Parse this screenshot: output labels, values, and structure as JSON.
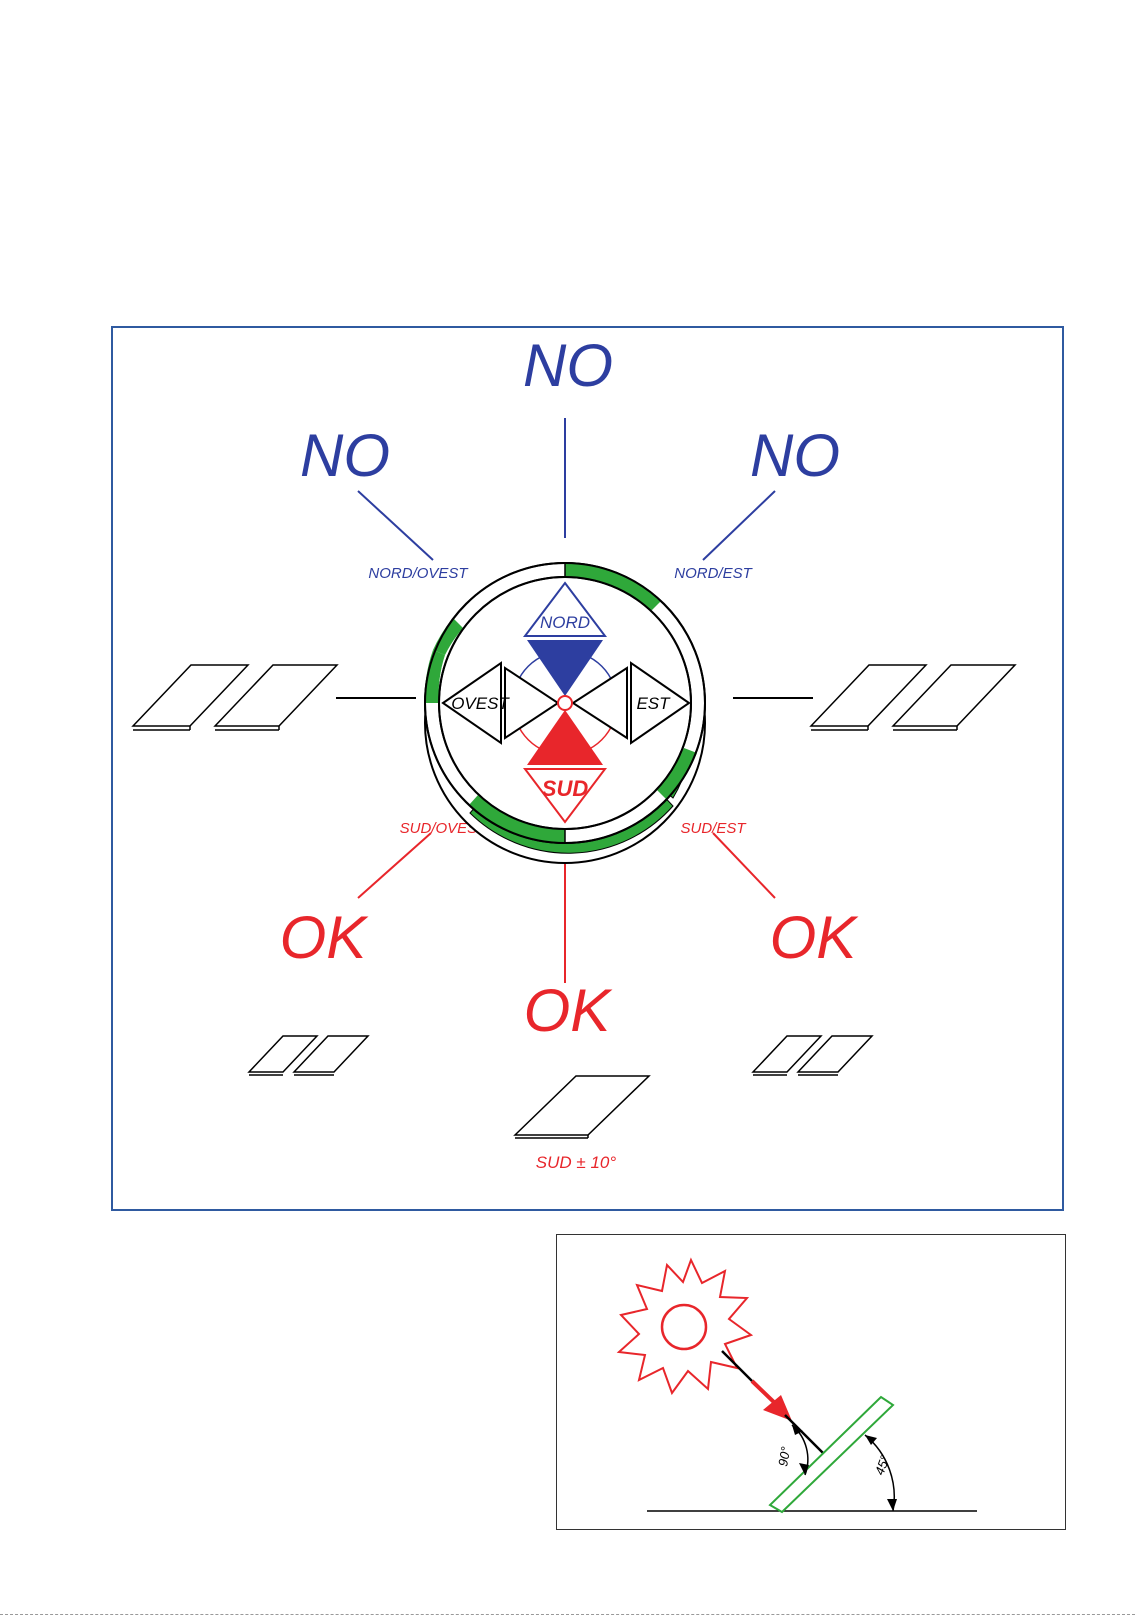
{
  "verdicts": {
    "no": "NO",
    "ok": "OK"
  },
  "directions": {
    "nord": "NORD",
    "sud": "SUD",
    "est": "EST",
    "ovest": "OVEST",
    "nord_ovest": "NORD/OVEST",
    "nord_est": "NORD/EST",
    "sud_ovest": "SUD/OVEST",
    "sud_est": "SUD/EST"
  },
  "south_tolerance": "SUD ± 10°",
  "angles": {
    "perpendicular": "90°",
    "tilt": "45°"
  },
  "colors": {
    "north_blue": "#2d3ea0",
    "south_red": "#e8262b",
    "ring_green": "#2fa83a",
    "frame_blue": "#2f5aa0"
  },
  "icons": [
    "compass-rose-icon",
    "solar-panel-icon",
    "sun-icon",
    "sun-ray-arrow-icon"
  ]
}
